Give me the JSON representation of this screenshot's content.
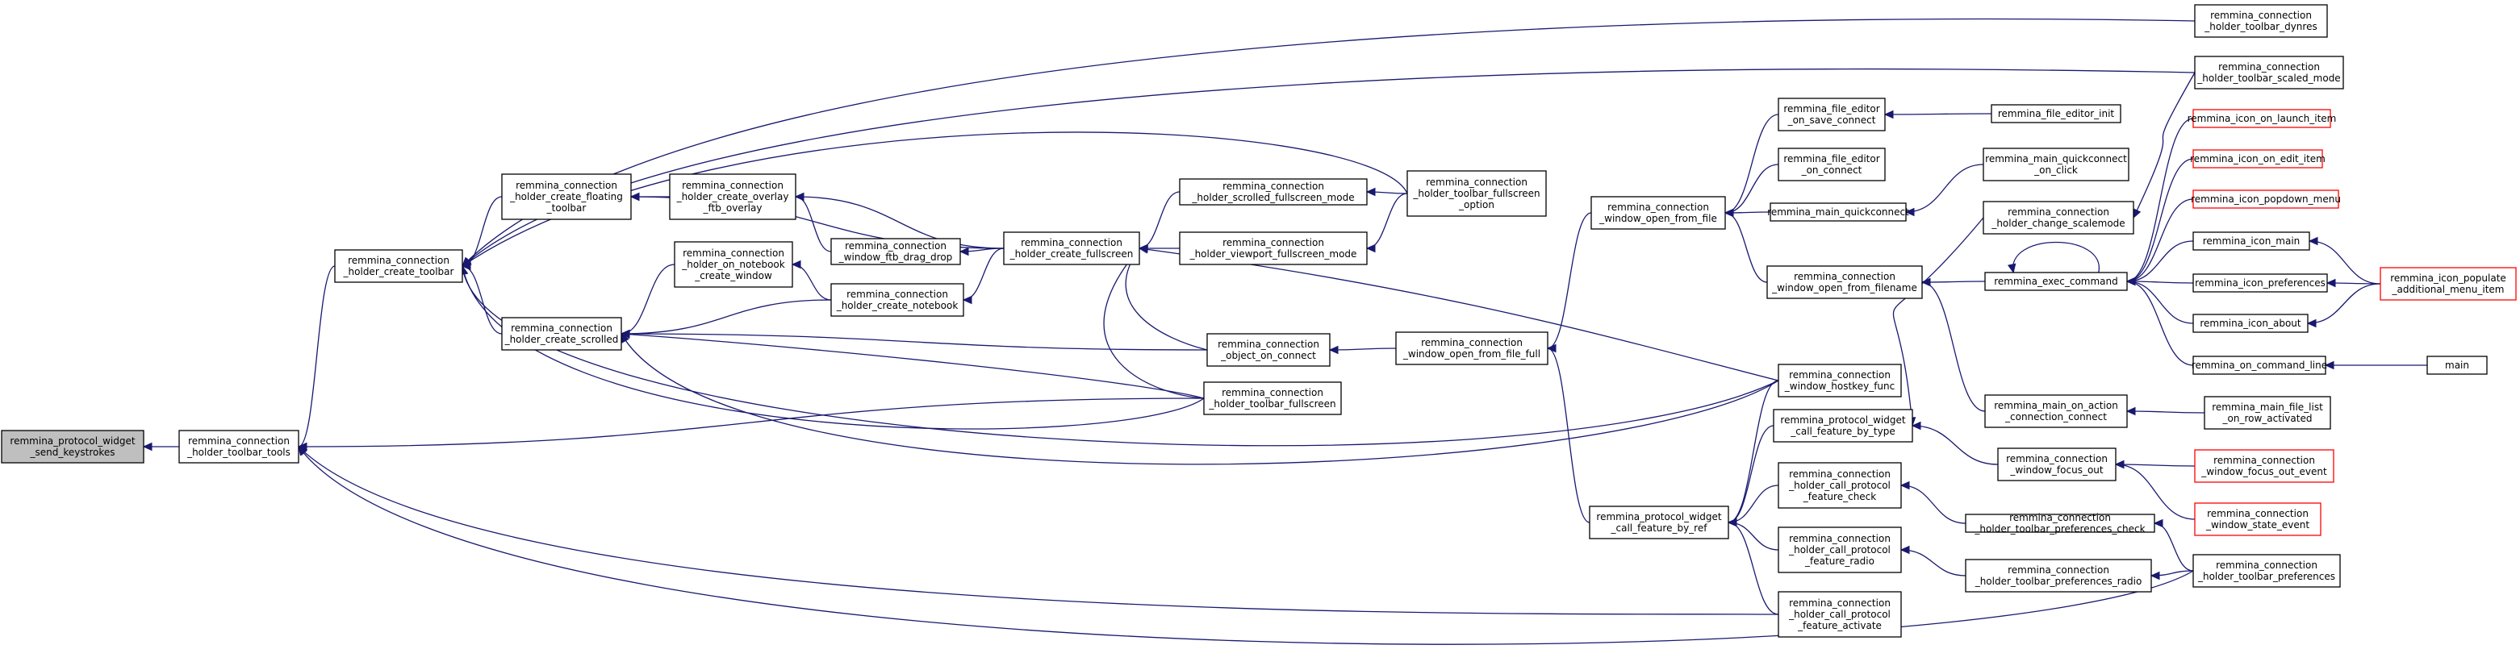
{
  "colors": {
    "edge": "#191970",
    "node_border": "#000000",
    "node_border_red": "#ff0000",
    "root_fill": "#bfbfbf",
    "node_fill": "#ffffff"
  },
  "nodes": [
    {
      "id": "root",
      "lines": [
        "remmina_protocol_widget",
        "_send_keystrokes"
      ],
      "style": "root"
    },
    {
      "id": "tb_tools",
      "lines": [
        "remmina_connection",
        "_holder_toolbar_tools"
      ],
      "style": "normal"
    },
    {
      "id": "create_toolbar",
      "lines": [
        "remmina_connection",
        "_holder_create_toolbar"
      ],
      "style": "normal"
    },
    {
      "id": "create_floating",
      "lines": [
        "remmina_connection",
        "_holder_create_floating",
        "_toolbar"
      ],
      "style": "normal"
    },
    {
      "id": "create_scrolled",
      "lines": [
        "remmina_connection",
        "_holder_create_scrolled"
      ],
      "style": "normal"
    },
    {
      "id": "overlay",
      "lines": [
        "remmina_connection",
        "_holder_create_overlay",
        "_ftb_overlay"
      ],
      "style": "normal"
    },
    {
      "id": "on_notebook",
      "lines": [
        "remmina_connection",
        "_holder_on_notebook",
        "_create_window"
      ],
      "style": "normal"
    },
    {
      "id": "ftb_drag",
      "lines": [
        "remmina_connection",
        "_window_ftb_drag_drop"
      ],
      "style": "normal"
    },
    {
      "id": "create_notebook",
      "lines": [
        "remmina_connection",
        "_holder_create_notebook"
      ],
      "style": "normal"
    },
    {
      "id": "create_fullscreen",
      "lines": [
        "remmina_connection",
        "_holder_create_fullscreen"
      ],
      "style": "normal"
    },
    {
      "id": "scrolled_fs",
      "lines": [
        "remmina_connection",
        "_holder_scrolled_fullscreen_mode"
      ],
      "style": "normal"
    },
    {
      "id": "viewport_fs",
      "lines": [
        "remmina_connection",
        "_holder_viewport_fullscreen_mode"
      ],
      "style": "normal"
    },
    {
      "id": "object_on_connect",
      "lines": [
        "remmina_connection",
        "_object_on_connect"
      ],
      "style": "normal"
    },
    {
      "id": "tb_fullscreen",
      "lines": [
        "remmina_connection",
        "_holder_toolbar_fullscreen"
      ],
      "style": "normal"
    },
    {
      "id": "tb_fs_option",
      "lines": [
        "remmina_connection",
        "_holder_toolbar_fullscreen",
        "_option"
      ],
      "style": "normal"
    },
    {
      "id": "open_file_full",
      "lines": [
        "remmina_connection",
        "_window_open_from_file_full"
      ],
      "style": "normal"
    },
    {
      "id": "open_from_file",
      "lines": [
        "remmina_connection",
        "_window_open_from_file"
      ],
      "style": "normal"
    },
    {
      "id": "call_by_ref",
      "lines": [
        "remmina_protocol_widget",
        "_call_feature_by_ref"
      ],
      "style": "normal"
    },
    {
      "id": "fe_save_connect",
      "lines": [
        "remmina_file_editor",
        "_on_save_connect"
      ],
      "style": "normal"
    },
    {
      "id": "fe_on_connect",
      "lines": [
        "remmina_file_editor",
        "_on_connect"
      ],
      "style": "normal"
    },
    {
      "id": "main_quickconnect",
      "lines": [
        "remmina_main_quickconnect"
      ],
      "style": "normal"
    },
    {
      "id": "open_from_filename",
      "lines": [
        "remmina_connection",
        "_window_open_from_filename"
      ],
      "style": "normal"
    },
    {
      "id": "hostkey_func",
      "lines": [
        "remmina_connection",
        "_window_hostkey_func"
      ],
      "style": "normal"
    },
    {
      "id": "call_by_type",
      "lines": [
        "remmina_protocol_widget",
        "_call_feature_by_type"
      ],
      "style": "normal"
    },
    {
      "id": "call_check",
      "lines": [
        "remmina_connection",
        "_holder_call_protocol",
        "_feature_check"
      ],
      "style": "normal"
    },
    {
      "id": "call_radio",
      "lines": [
        "remmina_connection",
        "_holder_call_protocol",
        "_feature_radio"
      ],
      "style": "normal"
    },
    {
      "id": "call_activate",
      "lines": [
        "remmina_connection",
        "_holder_call_protocol",
        "_feature_activate"
      ],
      "style": "normal"
    },
    {
      "id": "fe_init",
      "lines": [
        "remmina_file_editor_init"
      ],
      "style": "normal"
    },
    {
      "id": "mq_on_click",
      "lines": [
        "remmina_main_quickconnect",
        "_on_click"
      ],
      "style": "normal"
    },
    {
      "id": "change_scalemode",
      "lines": [
        "remmina_connection",
        "_holder_change_scalemode"
      ],
      "style": "normal"
    },
    {
      "id": "exec_command",
      "lines": [
        "remmina_exec_command"
      ],
      "style": "normal"
    },
    {
      "id": "main_on_action",
      "lines": [
        "remmina_main_on_action",
        "_connection_connect"
      ],
      "style": "normal"
    },
    {
      "id": "focus_out",
      "lines": [
        "remmina_connection",
        "_window_focus_out"
      ],
      "style": "normal"
    },
    {
      "id": "tb_pref_check",
      "lines": [
        "remmina_connection",
        "_holder_toolbar_preferences_check"
      ],
      "style": "normal"
    },
    {
      "id": "tb_pref_radio",
      "lines": [
        "remmina_connection",
        "_holder_toolbar_preferences_radio"
      ],
      "style": "normal"
    },
    {
      "id": "tb_dynres",
      "lines": [
        "remmina_connection",
        "_holder_toolbar_dynres"
      ],
      "style": "normal"
    },
    {
      "id": "tb_scaled_mode",
      "lines": [
        "remmina_connection",
        "_holder_toolbar_scaled_mode"
      ],
      "style": "normal"
    },
    {
      "id": "icon_launch",
      "lines": [
        "remmina_icon_on_launch_item"
      ],
      "style": "red"
    },
    {
      "id": "icon_edit",
      "lines": [
        "remmina_icon_on_edit_item"
      ],
      "style": "red"
    },
    {
      "id": "icon_popdown",
      "lines": [
        "remmina_icon_popdown_menu"
      ],
      "style": "red"
    },
    {
      "id": "icon_main",
      "lines": [
        "remmina_icon_main"
      ],
      "style": "normal"
    },
    {
      "id": "icon_prefs",
      "lines": [
        "remmina_icon_preferences"
      ],
      "style": "normal"
    },
    {
      "id": "icon_about",
      "lines": [
        "remmina_icon_about"
      ],
      "style": "normal"
    },
    {
      "id": "on_command_line",
      "lines": [
        "remmina_on_command_line"
      ],
      "style": "normal"
    },
    {
      "id": "mfl_row_activated",
      "lines": [
        "remmina_main_file_list",
        "_on_row_activated"
      ],
      "style": "normal"
    },
    {
      "id": "focus_out_event",
      "lines": [
        "remmina_connection",
        "_window_focus_out_event"
      ],
      "style": "red"
    },
    {
      "id": "state_event",
      "lines": [
        "remmina_connection",
        "_window_state_event"
      ],
      "style": "red"
    },
    {
      "id": "tb_preferences",
      "lines": [
        "remmina_connection",
        "_holder_toolbar_preferences"
      ],
      "style": "normal"
    },
    {
      "id": "icon_populate",
      "lines": [
        "remmina_icon_populate",
        "_additional_menu_item"
      ],
      "style": "red"
    },
    {
      "id": "main",
      "lines": [
        "main"
      ],
      "style": "normal"
    }
  ],
  "edges": [
    [
      "tb_tools",
      "root"
    ],
    [
      "create_toolbar",
      "tb_tools"
    ],
    [
      "tb_fullscreen",
      "tb_tools"
    ],
    [
      "call_activate",
      "tb_tools"
    ],
    [
      "tb_preferences",
      "tb_tools"
    ],
    [
      "create_floating",
      "create_toolbar"
    ],
    [
      "create_scrolled",
      "create_toolbar"
    ],
    [
      "tb_dynres",
      "create_toolbar"
    ],
    [
      "tb_scaled_mode",
      "create_toolbar"
    ],
    [
      "tb_fs_option",
      "create_toolbar"
    ],
    [
      "tb_fullscreen",
      "create_toolbar"
    ],
    [
      "hostkey_func",
      "create_toolbar"
    ],
    [
      "overlay",
      "create_floating"
    ],
    [
      "create_fullscreen",
      "create_floating"
    ],
    [
      "on_notebook",
      "create_scrolled"
    ],
    [
      "create_notebook",
      "create_scrolled"
    ],
    [
      "object_on_connect",
      "create_scrolled"
    ],
    [
      "tb_fullscreen",
      "create_scrolled"
    ],
    [
      "hostkey_func",
      "create_scrolled"
    ],
    [
      "ftb_drag",
      "overlay"
    ],
    [
      "create_fullscreen",
      "overlay"
    ],
    [
      "create_notebook",
      "on_notebook"
    ],
    [
      "create_fullscreen",
      "ftb_drag"
    ],
    [
      "create_fullscreen",
      "create_notebook"
    ],
    [
      "scrolled_fs",
      "create_fullscreen"
    ],
    [
      "viewport_fs",
      "create_fullscreen"
    ],
    [
      "object_on_connect",
      "create_fullscreen"
    ],
    [
      "tb_fullscreen",
      "create_fullscreen"
    ],
    [
      "hostkey_func",
      "create_fullscreen"
    ],
    [
      "tb_fs_option",
      "scrolled_fs"
    ],
    [
      "tb_fs_option",
      "viewport_fs"
    ],
    [
      "open_file_full",
      "object_on_connect"
    ],
    [
      "open_from_file",
      "open_file_full"
    ],
    [
      "call_by_ref",
      "open_file_full"
    ],
    [
      "fe_save_connect",
      "open_from_file"
    ],
    [
      "fe_on_connect",
      "open_from_file"
    ],
    [
      "main_quickconnect",
      "open_from_file"
    ],
    [
      "open_from_filename",
      "open_from_file"
    ],
    [
      "hostkey_func",
      "call_by_ref"
    ],
    [
      "call_by_type",
      "call_by_ref"
    ],
    [
      "call_check",
      "call_by_ref"
    ],
    [
      "call_radio",
      "call_by_ref"
    ],
    [
      "call_activate",
      "call_by_ref"
    ],
    [
      "fe_init",
      "fe_save_connect"
    ],
    [
      "mq_on_click",
      "main_quickconnect"
    ],
    [
      "exec_command",
      "open_from_filename"
    ],
    [
      "main_on_action",
      "open_from_filename"
    ],
    [
      "change_scalemode",
      "call_by_type"
    ],
    [
      "focus_out",
      "call_by_type"
    ],
    [
      "tb_pref_check",
      "call_check"
    ],
    [
      "tb_pref_radio",
      "call_radio"
    ],
    [
      "tb_scaled_mode",
      "change_scalemode"
    ],
    [
      "exec_command",
      "exec_command"
    ],
    [
      "icon_launch",
      "exec_command"
    ],
    [
      "icon_edit",
      "exec_command"
    ],
    [
      "icon_popdown",
      "exec_command"
    ],
    [
      "icon_main",
      "exec_command"
    ],
    [
      "icon_prefs",
      "exec_command"
    ],
    [
      "icon_about",
      "exec_command"
    ],
    [
      "on_command_line",
      "exec_command"
    ],
    [
      "mfl_row_activated",
      "main_on_action"
    ],
    [
      "focus_out_event",
      "focus_out"
    ],
    [
      "state_event",
      "focus_out"
    ],
    [
      "tb_preferences",
      "tb_pref_check"
    ],
    [
      "tb_preferences",
      "tb_pref_radio"
    ],
    [
      "icon_populate",
      "icon_main"
    ],
    [
      "icon_populate",
      "icon_prefs"
    ],
    [
      "icon_populate",
      "icon_about"
    ],
    [
      "main",
      "on_command_line"
    ]
  ]
}
